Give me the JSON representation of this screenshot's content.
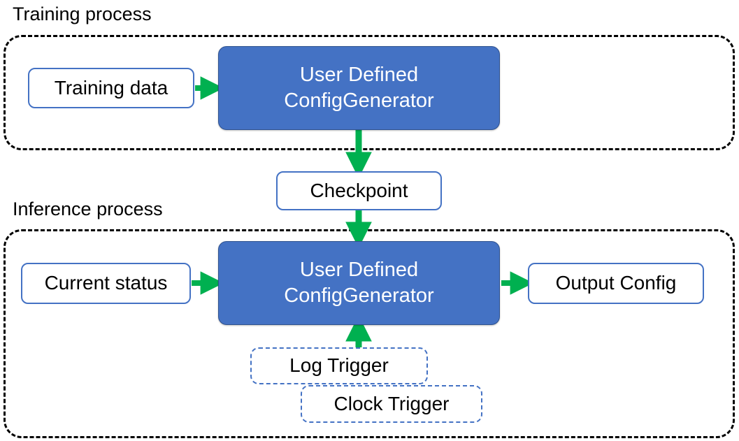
{
  "diagram": {
    "title_visible": false,
    "colors": {
      "primary_fill": "#4472C4",
      "primary_stroke": "#2F528F",
      "node_border": "#4472C4",
      "arrow": "#00B050",
      "container_border": "#000000",
      "text_dark": "#000000",
      "text_light": "#FFFFFF",
      "background": "#FFFFFF"
    },
    "groups": [
      {
        "id": "training",
        "label": "Training process"
      },
      {
        "id": "inference",
        "label": "Inference process"
      }
    ],
    "nodes": {
      "training_data": {
        "label": "Training data",
        "style": "plain"
      },
      "training_generator": {
        "label": "User Defined\nConfigGenerator",
        "style": "primary"
      },
      "checkpoint": {
        "label": "Checkpoint",
        "style": "plain"
      },
      "current_status": {
        "label": "Current status",
        "style": "plain"
      },
      "inference_generator": {
        "label": "User Defined\nConfigGenerator",
        "style": "primary"
      },
      "output_config": {
        "label": "Output Config",
        "style": "plain"
      },
      "log_trigger": {
        "label": "Log Trigger",
        "style": "trigger"
      },
      "clock_trigger": {
        "label": "Clock Trigger",
        "style": "trigger"
      }
    },
    "edges": [
      {
        "from": "training_data",
        "to": "training_generator",
        "direction": "right"
      },
      {
        "from": "training_generator",
        "to": "checkpoint",
        "direction": "down"
      },
      {
        "from": "checkpoint",
        "to": "inference_generator",
        "direction": "down"
      },
      {
        "from": "current_status",
        "to": "inference_generator",
        "direction": "right"
      },
      {
        "from": "inference_generator",
        "to": "output_config",
        "direction": "right"
      },
      {
        "from": "log_trigger",
        "to": "inference_generator",
        "direction": "up"
      }
    ]
  }
}
